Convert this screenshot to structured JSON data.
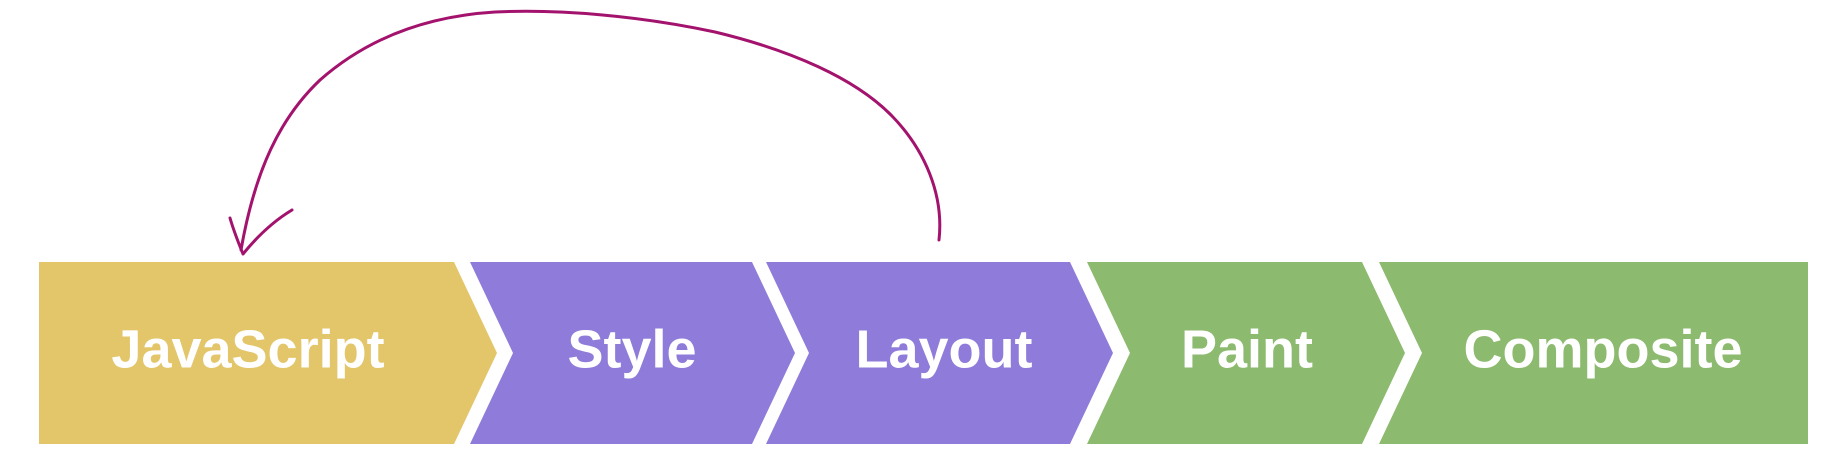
{
  "pipeline": {
    "stages": [
      {
        "label": "JavaScript",
        "color": "#E3C56A"
      },
      {
        "label": "Style",
        "color": "#8F7BD9"
      },
      {
        "label": "Layout",
        "color": "#8F7BD9"
      },
      {
        "label": "Paint",
        "color": "#8CBA6E"
      },
      {
        "label": "Composite",
        "color": "#8CBA6E"
      }
    ]
  },
  "annotation": {
    "arrow": "loop-back-arrow from Layout to JavaScript",
    "color": "#A3136E"
  }
}
